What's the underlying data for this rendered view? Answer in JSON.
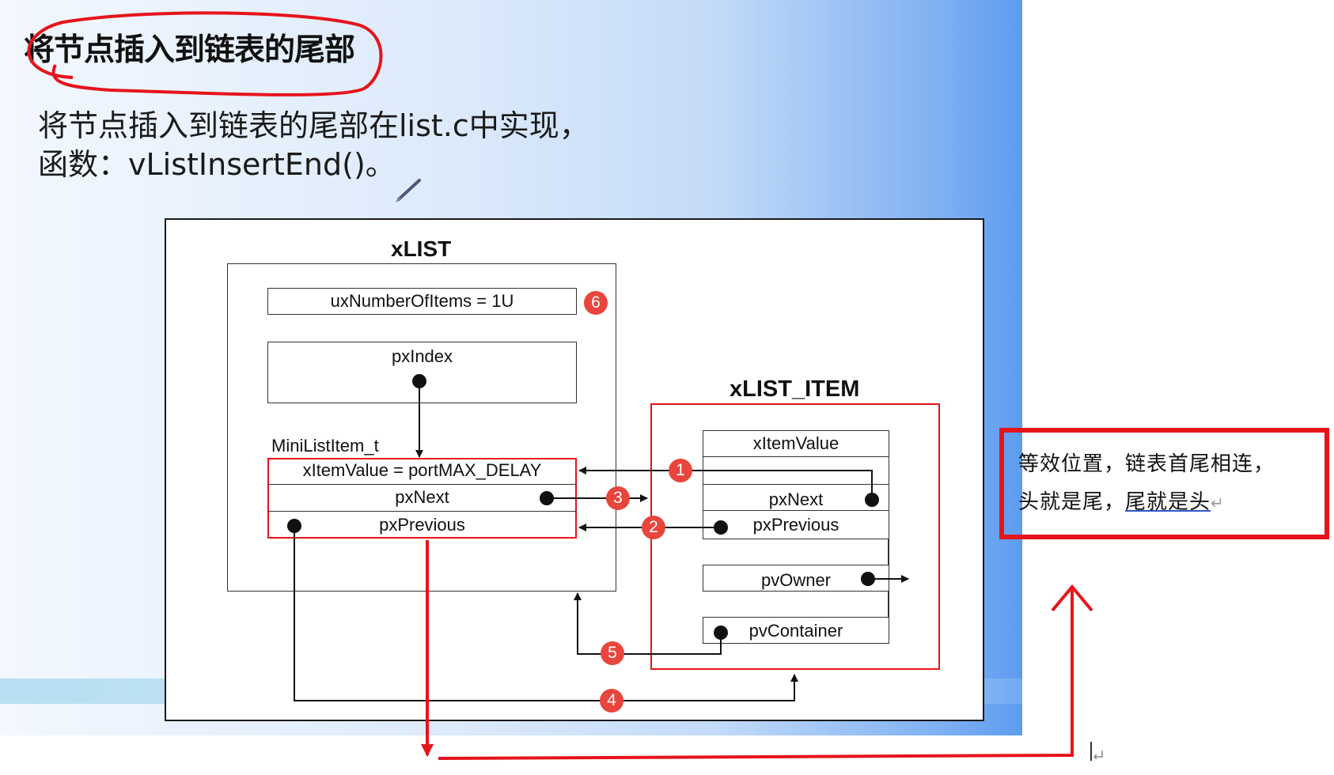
{
  "slide": {
    "title": "将节点插入到链表的尾部",
    "description_line1": "将节点插入到链表的尾部在list.c中实现，",
    "description_line2": "函数：vListInsertEnd()。"
  },
  "diagram": {
    "xlist": {
      "title": "xLIST",
      "ux_number_of_items": "uxNumberOfItems = 1U",
      "px_index": "pxIndex",
      "mini_list_item_label": "MiniListItem_t",
      "mini_item_value": "xItemValue = portMAX_DELAY",
      "mini_px_next": "pxNext",
      "mini_px_previous": "pxPrevious"
    },
    "xlist_item": {
      "title": "xLIST_ITEM",
      "item_value": "xItemValue",
      "px_next": "pxNext",
      "px_previous": "pxPrevious",
      "pv_owner": "pvOwner",
      "pv_container": "pvContainer"
    },
    "step_badges": [
      "1",
      "2",
      "3",
      "4",
      "5",
      "6"
    ],
    "colors": {
      "badge": "#e8453c",
      "highlight": "#e6141b",
      "wire": "#111111"
    }
  },
  "annotation": {
    "note_line1": "等效位置，链表首尾相连，",
    "note_line2_prefix": "头就是尾，",
    "note_line2_underlined": "尾就是头",
    "return_symbol": "↵",
    "colors": {
      "ink": "#e6141b"
    }
  }
}
